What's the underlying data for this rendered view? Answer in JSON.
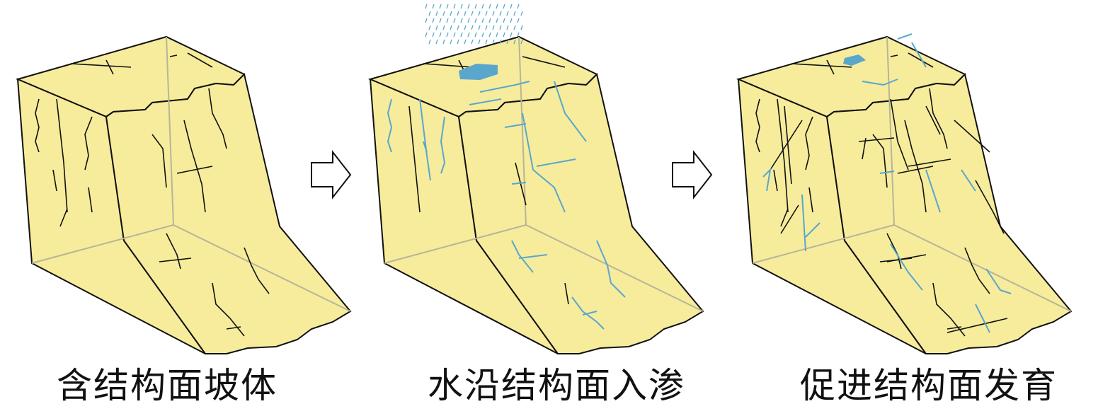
{
  "captions": [
    "含结构面坡体",
    "水沿结构面入渗",
    "促进结构面发育"
  ],
  "colors": {
    "rock": "#f6ec9c",
    "water": "#5aa6cc",
    "outline": "#111111",
    "hidden": "#b8b49a"
  },
  "icons": [
    "right-arrow-icon",
    "right-arrow-icon"
  ]
}
